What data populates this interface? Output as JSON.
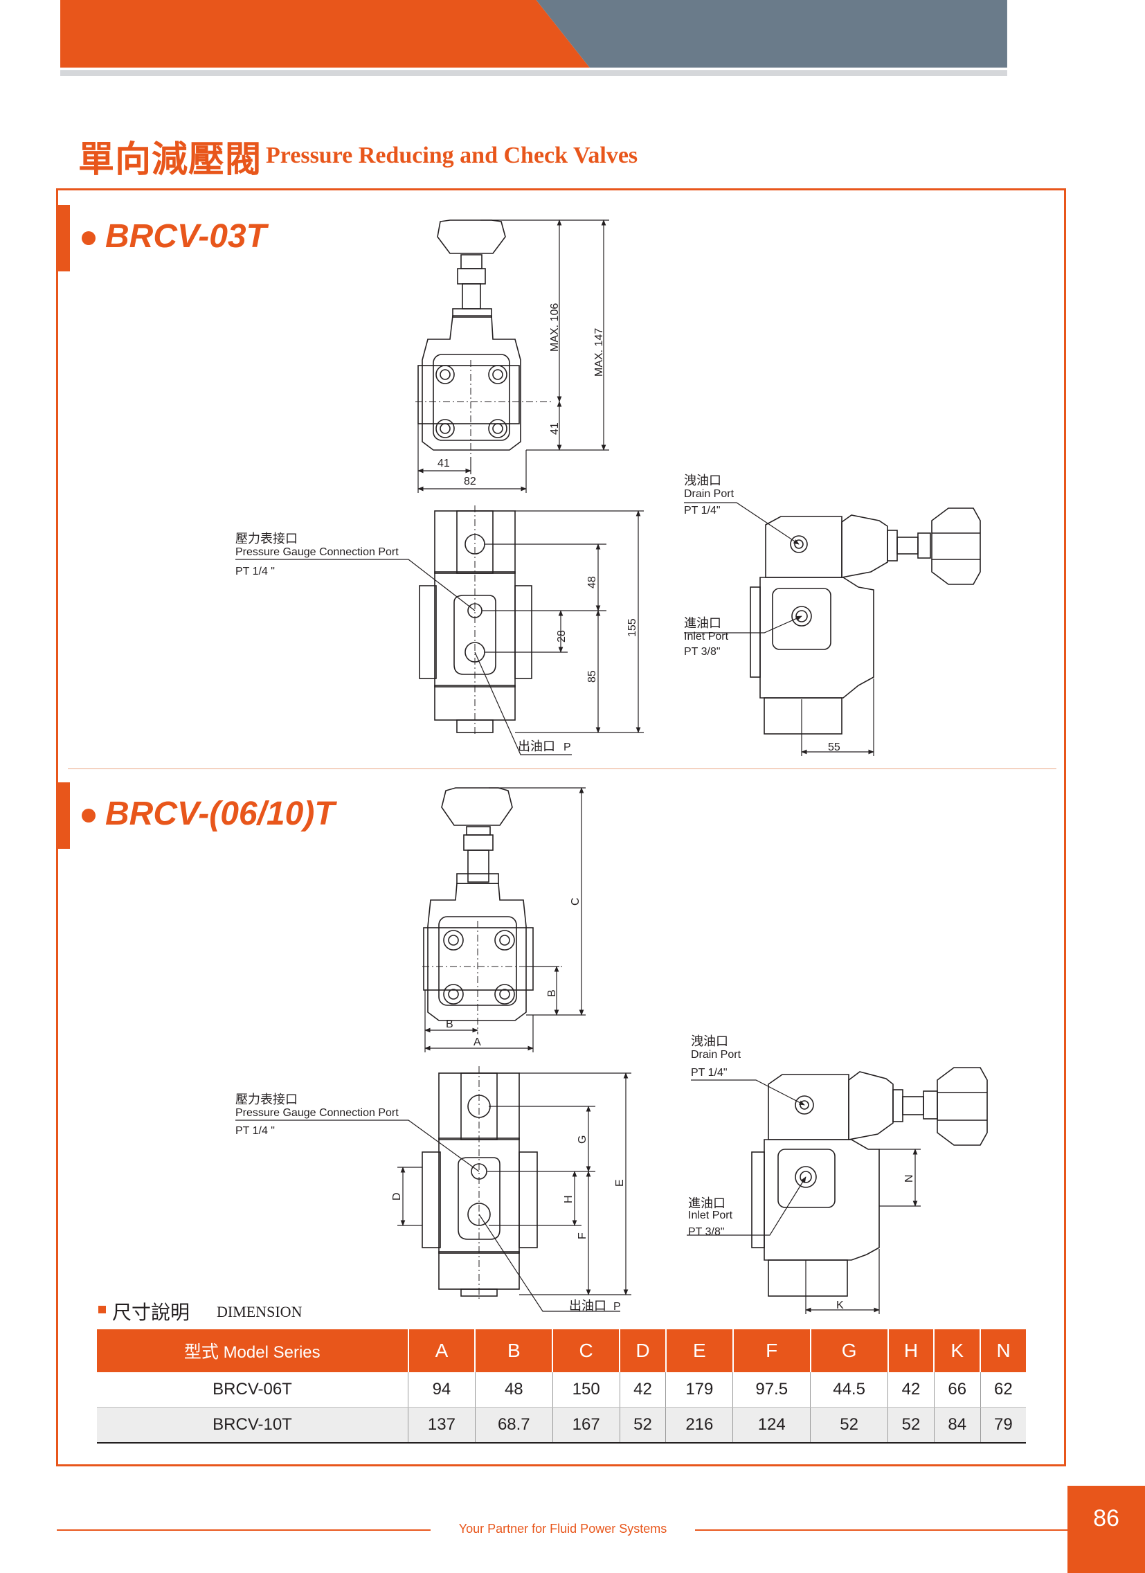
{
  "header": {
    "title_zh": "單向減壓閥",
    "title_en": "Pressure Reducing and Check Valves",
    "colors": {
      "accent": "#e8561b",
      "slate": "#6a7b8a",
      "gray_bar": "#d5d7da"
    }
  },
  "sections": [
    {
      "title": "BRCV-03T",
      "top_view": {
        "dims": [
          "MAX. 106",
          "MAX. 147",
          "41",
          "41",
          "82"
        ]
      },
      "front_view": {
        "gauge_port_zh": "壓力表接口",
        "gauge_port_en": "Pressure Gauge Connection Port",
        "gauge_port_size": "PT 1/4 \"",
        "outlet": "出油口",
        "outlet_letter": "P",
        "dims": [
          "48",
          "28",
          "155",
          "85"
        ]
      },
      "side_view": {
        "drain_zh": "洩油口",
        "drain_en": "Drain Port",
        "drain_size": "PT 1/4\"",
        "inlet_zh": "進油口",
        "inlet_en": "Inlet Port",
        "inlet_size": "PT 3/8\"",
        "dims": [
          "55"
        ]
      }
    },
    {
      "title": "BRCV-(06/10)T",
      "top_view": {
        "dims": [
          "C",
          "B",
          "B",
          "A"
        ]
      },
      "front_view": {
        "gauge_port_zh": "壓力表接口",
        "gauge_port_en": "Pressure Gauge Connection Port",
        "gauge_port_size": "PT 1/4 \"",
        "outlet": "出油口",
        "outlet_letter": "P",
        "dims": [
          "G",
          "D",
          "H",
          "F",
          "E"
        ]
      },
      "side_view": {
        "drain_zh": "洩油口",
        "drain_en": "Drain Port",
        "drain_size": "PT 1/4\"",
        "inlet_zh": "進油口",
        "inlet_en": "Inlet Port",
        "inlet_size": "PT 3/8\"",
        "dims": [
          "N",
          "K"
        ]
      }
    }
  ],
  "dimension": {
    "heading_zh": "尺寸說明",
    "heading_en": "DIMENSION",
    "col_model_zh": "型式",
    "col_model_en": "Model Series",
    "columns": [
      "A",
      "B",
      "C",
      "D",
      "E",
      "F",
      "G",
      "H",
      "K",
      "N"
    ],
    "rows": [
      {
        "model": "BRCV-06T",
        "values": [
          "94",
          "48",
          "150",
          "42",
          "179",
          "97.5",
          "44.5",
          "42",
          "66",
          "62"
        ]
      },
      {
        "model": "BRCV-10T",
        "values": [
          "137",
          "68.7",
          "167",
          "52",
          "216",
          "124",
          "52",
          "52",
          "84",
          "79"
        ]
      }
    ]
  },
  "footer": {
    "tagline": "Your Partner for Fluid Power Systems",
    "page_number": "86"
  }
}
